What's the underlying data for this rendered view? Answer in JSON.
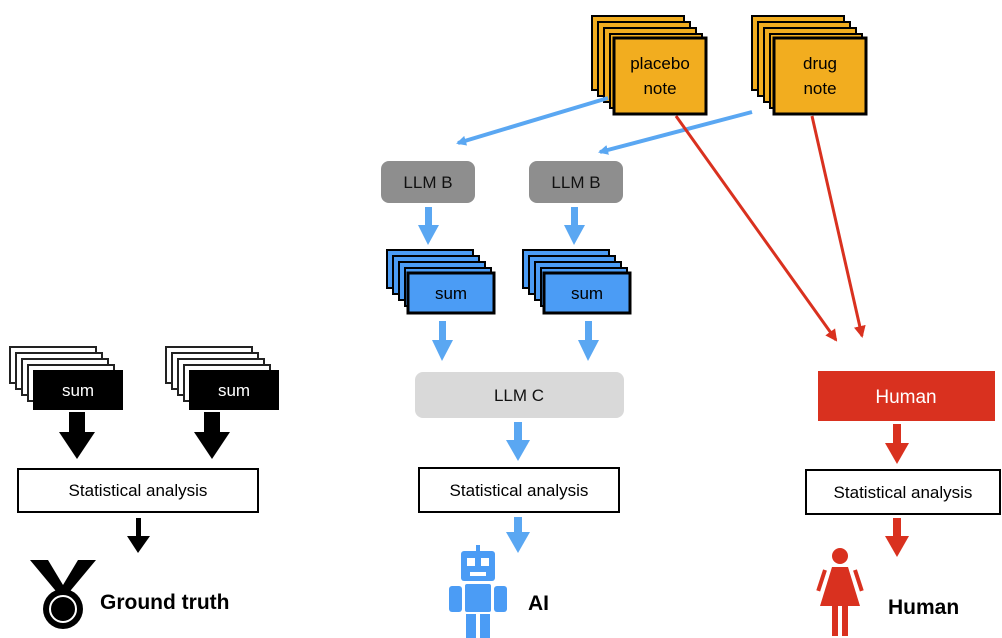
{
  "colors": {
    "ground_truth": "#000000",
    "ai": "#5aa7f2",
    "human": "#d9311f",
    "note_fill": "#f2ad1f",
    "sum_ai_fill": "#4b9cf5",
    "llm_b_fill": "#8e8e8e",
    "llm_c_fill": "#d9d9d9"
  },
  "notes": {
    "placebo": [
      "placebo",
      "note"
    ],
    "drug": [
      "drug",
      "note"
    ]
  },
  "llm_b_label": "LLM B",
  "llm_c_label": "LLM C",
  "sum_label": "sum",
  "analysis_label": "Statistical analysis",
  "human_box_label": "Human",
  "outcomes": {
    "ground_truth": "Ground truth",
    "ai": "AI",
    "human": "Human"
  },
  "icons": {
    "ground_truth": "medal-icon",
    "ai": "robot-icon",
    "human": "woman-icon"
  }
}
